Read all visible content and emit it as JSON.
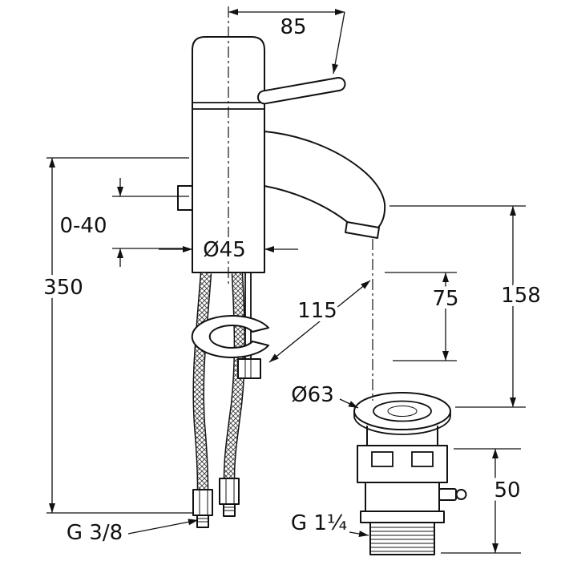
{
  "figure": {
    "background_color": "#ffffff",
    "line_color": "#111111"
  },
  "dimensions": {
    "lever_length": "85",
    "deck_thickness_range": "0-40",
    "body_diameter": "Ø45",
    "supply_hose_length": "350",
    "spout_reach": "115",
    "spout_height_above_deck": "75",
    "outlet_height": "158",
    "drain_flange_diameter": "Ø63",
    "drain_body_height": "50",
    "supply_thread": "G 3/8",
    "waste_thread": "G 1¼"
  }
}
